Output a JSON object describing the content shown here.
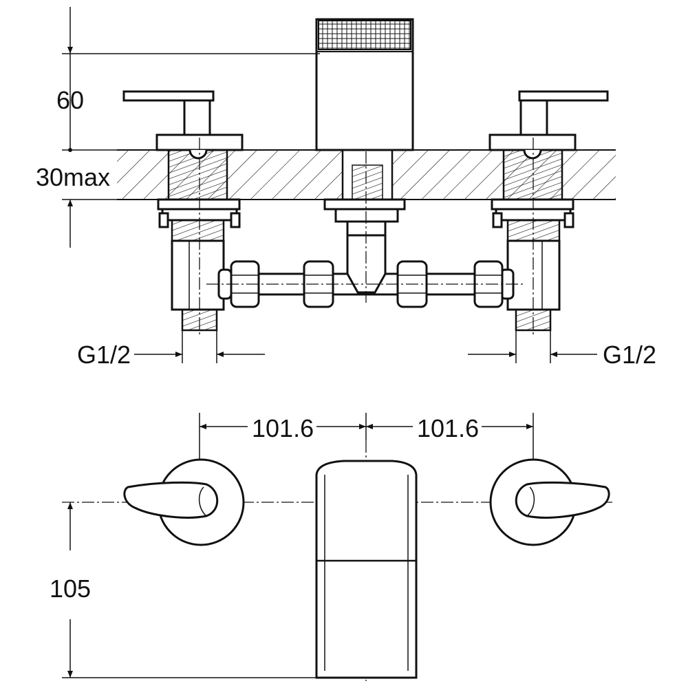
{
  "title": "Deck-mounted three-hole bath filler technical drawing",
  "dimensions": {
    "spout_height": "60",
    "deck_thickness": "30max",
    "left_connection": "G1/2",
    "right_connection": "G1/2",
    "left_spacing": "101.6",
    "right_spacing": "101.6",
    "spout_projection": "105"
  },
  "colors": {
    "line": "#111111",
    "background": "#ffffff"
  }
}
